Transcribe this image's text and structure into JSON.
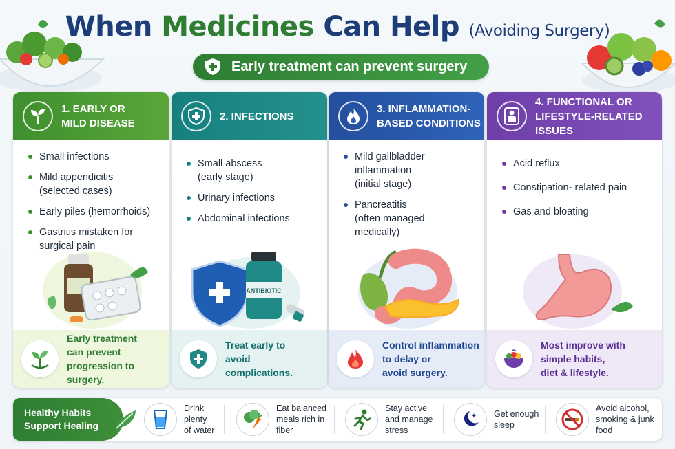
{
  "header": {
    "title_part1": "When",
    "title_part2": "Medicines",
    "title_part3": "Can Help",
    "title_part4": "(Avoiding Surgery)",
    "subtitle": "Early treatment can prevent surgery"
  },
  "cards": [
    {
      "title": "1. EARLY OR\nMILD DISEASE",
      "items": [
        "Small infections",
        "Mild appendicitis\n(selected cases)",
        "Early piles (hemorrhoids)",
        "Gastritis mistaken for\nsurgical pain"
      ],
      "footer": "Early treatment\ncan prevent\nprogression to surgery."
    },
    {
      "title": "2. INFECTIONS",
      "items": [
        "Small abscess\n(early stage)",
        "Urinary infections",
        "Abdominal infections"
      ],
      "bottle_label": "ANTIBIOTIC",
      "footer": "Treat early to\navoid\ncomplications."
    },
    {
      "title": "3. INFLAMMATION-\nBASED CONDITIONS",
      "items": [
        "Mild gallbladder\ninflammation\n(initial stage)",
        "Pancreatitis\n(often managed\nmedically)"
      ],
      "footer": "Control inflammation\nto delay or\navoid surgery."
    },
    {
      "title": "4. FUNCTIONAL OR\nLIFESTYLE-RELATED ISSUES",
      "items": [
        "Acid reflux",
        "Constipation- related pain",
        "Gas and bloating"
      ],
      "footer": "Most improve with\nsimple habits,\ndiet & lifestyle."
    }
  ],
  "habits": {
    "label": "Healthy Habits\nSupport Healing",
    "items": [
      {
        "icon": "water-glass-icon",
        "text": "Drink\nplenty\nof water"
      },
      {
        "icon": "vegetables-icon",
        "text": "Eat balanced\nmeals rich in\nfiber"
      },
      {
        "icon": "running-person-icon",
        "text": "Stay active\nand manage\nstress"
      },
      {
        "icon": "moon-stars-icon",
        "text": "Get enough\nsleep"
      },
      {
        "icon": "no-smoking-icon",
        "text": "Avoid alcohol,\nsmoking & junk\nfood"
      }
    ]
  },
  "colors": {
    "title_blue": "#1c3d78",
    "title_green": "#2f7d32",
    "card1": "#3f8f2e",
    "card2": "#17807e",
    "card3": "#244f9e",
    "card4": "#6e3fa8"
  }
}
